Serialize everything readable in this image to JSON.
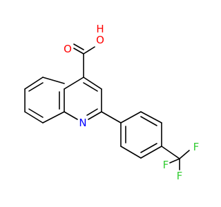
{
  "structure": {
    "atoms": {
      "oxygen_carbonyl": "O",
      "oxygen_hydroxyl": "O",
      "hydroxyl_hydrogen": "H",
      "ring_nitrogen": "N",
      "fluorine_1": "F",
      "fluorine_2": "F",
      "fluorine_3": "F"
    },
    "colors": {
      "bond": "#000000",
      "oxygen": "#ff0000",
      "nitrogen": "#0000ff",
      "fluorine": "#33cc33"
    }
  }
}
